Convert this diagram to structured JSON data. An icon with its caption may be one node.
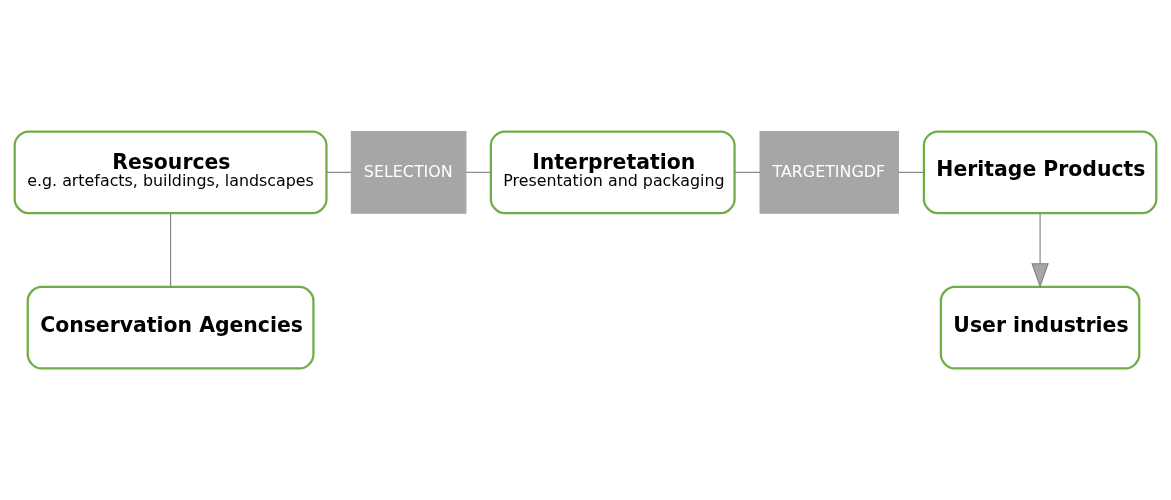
{
  "diagram": {
    "nodes": [
      {
        "text": [
          "Resources",
          "e.g. artefacts, buildings, landscapes"
        ]
      },
      {
        "text": [
          "SELECTION"
        ]
      },
      {
        "text": [
          "Interpretation",
          "Presentation and packaging"
        ]
      },
      {
        "text": [
          "TARGETINGDF"
        ]
      },
      {
        "text": [
          "Heritage Products"
        ]
      },
      {
        "text": [
          "Conservation Agencies"
        ]
      },
      {
        "text": [
          "User industries"
        ]
      }
    ],
    "edges": [
      {
        "from": 0,
        "to": 1,
        "arrow": "none"
      },
      {
        "from": 1,
        "to": 2,
        "arrow": "none"
      },
      {
        "from": 2,
        "to": 3,
        "arrow": "none"
      },
      {
        "from": 3,
        "to": 4,
        "arrow": "none"
      },
      {
        "from": 0,
        "to": 5,
        "arrow": "none"
      },
      {
        "from": 4,
        "to": 6,
        "arrow": "to"
      }
    ]
  }
}
